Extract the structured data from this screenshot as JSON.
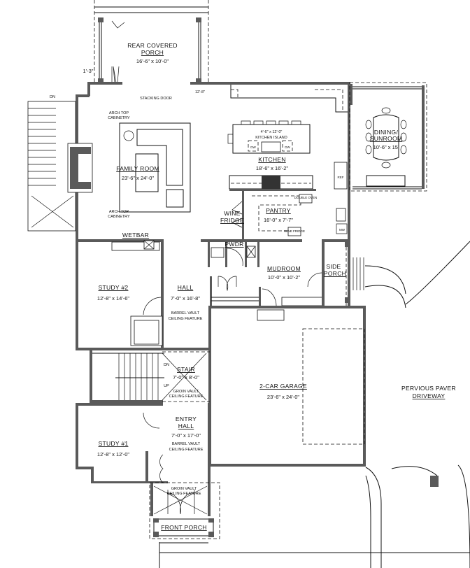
{
  "plan": {
    "rooms": {
      "rear_porch": {
        "name_1": "REAR COVERED",
        "name_2": "PORCH",
        "dims": "16'-6\" x 10'-0\""
      },
      "family_room": {
        "name": "FAMILY ROOM",
        "dims": "23'-6\" x 24'-0\""
      },
      "kitchen": {
        "name": "KITCHEN",
        "dims": "18'-6\" x 16'-2\""
      },
      "kitchen_island": {
        "dims": "4'-6\" x 12'-0\"",
        "name": "KITCHEN ISLAND"
      },
      "dining": {
        "name_1": "DINING/",
        "name_2": "SUNROOM",
        "dims": "10'-6\" x 15'"
      },
      "pantry": {
        "name": "PANTRY",
        "dims": "16'-0\" x 7'-7\""
      },
      "wine_fridge": {
        "name_1": "WINE",
        "name_2": "FRIDGE"
      },
      "wetbar": {
        "name": "WETBAR"
      },
      "pwdr": {
        "name": "PWDR"
      },
      "mudroom": {
        "name": "MUDROOM",
        "dims": "10'-0\" x 10'-2\""
      },
      "side_porch": {
        "name_1": "SIDE",
        "name_2": "PORCH"
      },
      "study_2": {
        "name": "STUDY #2",
        "dims": "12'-8\" x 14'-6\""
      },
      "hall": {
        "name": "HALL",
        "dims": "7'-0\" x 16'-8\"",
        "note_1": "BARREL VAULT",
        "note_2": "CEILING FEATURE"
      },
      "stair": {
        "name": "STAIR",
        "dims": "7'-0\" x 8'-0\"",
        "note_1": "GROIN VAULT",
        "note_2": "CEILING FEATURE",
        "dn": "DN",
        "up": "UP"
      },
      "garage": {
        "name": "2-CAR GARAGE",
        "dims": "23'-6\" x 24'-0\""
      },
      "study_1": {
        "name": "STUDY #1",
        "dims": "12'-8\" x 12'-0\""
      },
      "entry_hall": {
        "name_1": "ENTRY",
        "name_2": "HALL",
        "dims": "7'-0\" x 17'-0\"",
        "note_1": "BARREL VAULT",
        "note_2": "CEILING FEATURE"
      },
      "front_vault": {
        "note_1": "GROIN VAULT",
        "note_2": "CEILING FEATURE"
      },
      "front_porch": {
        "name": "FRONT PORCH"
      },
      "driveway": {
        "name_1": "PERVIOUS PAVER",
        "name_2": "DRIVEWAY"
      }
    },
    "annotations": {
      "stacking_door_dim": "12'-8\"",
      "stacking_door": "STACKING DOOR",
      "arch_top_1a": "ARCH TOP",
      "arch_top_1b": "CABINETRY",
      "arch_top_2a": "ARCH TOP",
      "arch_top_2b": "CABINETRY",
      "dn_exterior": "DN",
      "porch_dim": "1'-3\"",
      "dw_left": "DW",
      "dw_right": "DW",
      "double_oven": "DOUBLE OVEN",
      "wine_fridge_small": "WINE FRIDGE",
      "ref": "REF",
      "mw": "MW"
    }
  }
}
